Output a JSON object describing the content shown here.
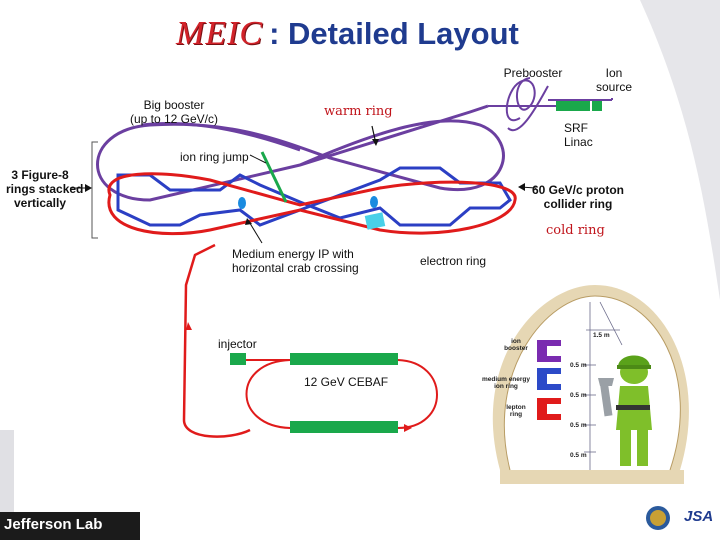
{
  "title": {
    "logo": "MEIC",
    "text": ": Detailed Layout"
  },
  "labels": {
    "prebooster": "Prebooster",
    "ion_source_1": "Ion",
    "ion_source_2": "source",
    "big_booster_1": "Big booster",
    "big_booster_2": "(up to 12 GeV/c)",
    "warm_ring": "warm ring",
    "srf_1": "SRF",
    "srf_2": "Linac",
    "ion_ring_jump": "ion ring jump",
    "fig8_1": "3 Figure-8",
    "fig8_2": "rings stacked",
    "fig8_3": "vertically",
    "proton_1": "60 GeV/c proton",
    "proton_2": "collider ring",
    "cold_ring": "cold ring",
    "medium_ip_1": "Medium energy IP with",
    "medium_ip_2": "horizontal crab crossing",
    "electron_ring": "electron ring",
    "injector": "injector",
    "cebaf": "12 GeV CEBAF"
  },
  "tunnel": {
    "ion_booster_1": "ion",
    "ion_booster_2": "booster",
    "medium_energy_1": "medium energy",
    "medium_energy_2": "ion ring",
    "lepton_1": "lepton",
    "lepton_2": "ring",
    "dim_top": "1.5 m",
    "dim_1": "0.5 m",
    "dim_2": "0.5 m",
    "dim_3": "0.5 m",
    "dim_4": "0.5 m"
  },
  "footer": {
    "lab": "Jefferson Lab",
    "jsa": "JSA"
  },
  "colors": {
    "ion_ring": "#6b3fa0",
    "proton_ring": "#2b3fc4",
    "electron_ring": "#e01b1b",
    "linac": "#1aa84b",
    "title": "#1f3b8f"
  }
}
